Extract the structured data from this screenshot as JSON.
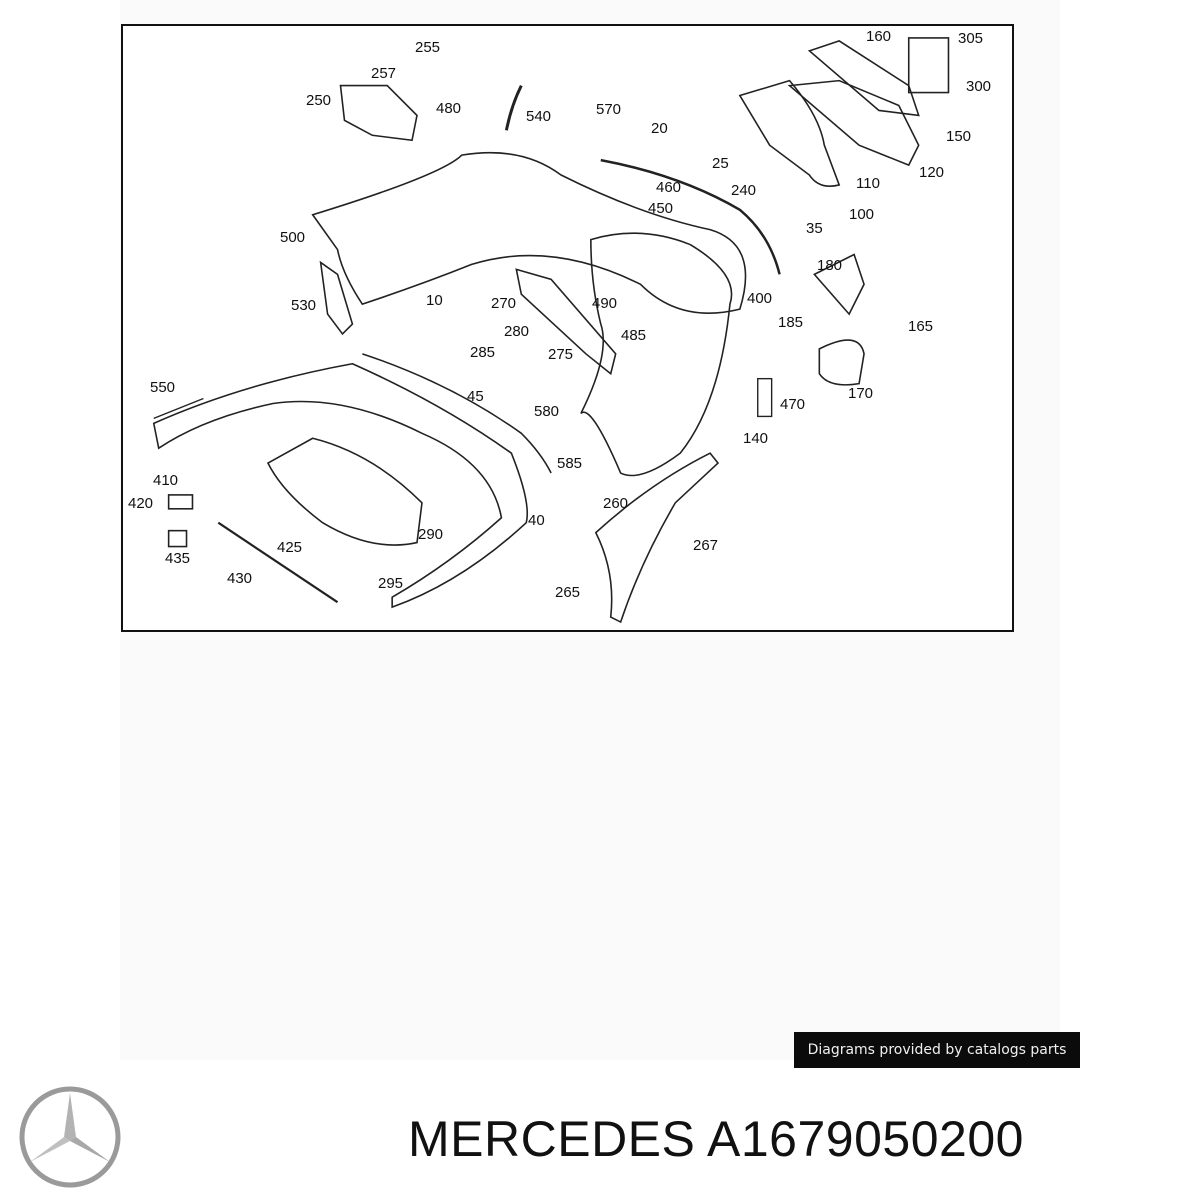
{
  "diagram": {
    "callouts": [
      "255",
      "257",
      "250",
      "480",
      "540",
      "570",
      "20",
      "25",
      "160",
      "305",
      "300",
      "150",
      "120",
      "110",
      "100",
      "460",
      "450",
      "240",
      "35",
      "500",
      "530",
      "10",
      "270",
      "490",
      "485",
      "280",
      "285",
      "275",
      "400",
      "180",
      "185",
      "165",
      "170",
      "470",
      "140",
      "550",
      "45",
      "580",
      "585",
      "410",
      "420",
      "435",
      "425",
      "430",
      "290",
      "40",
      "295",
      "260",
      "267",
      "265"
    ]
  },
  "credit": "Diagrams provided by catalogs parts",
  "brand": "MERCEDES",
  "part_number": "A1679050200",
  "title": "MERCEDES A1679050200"
}
